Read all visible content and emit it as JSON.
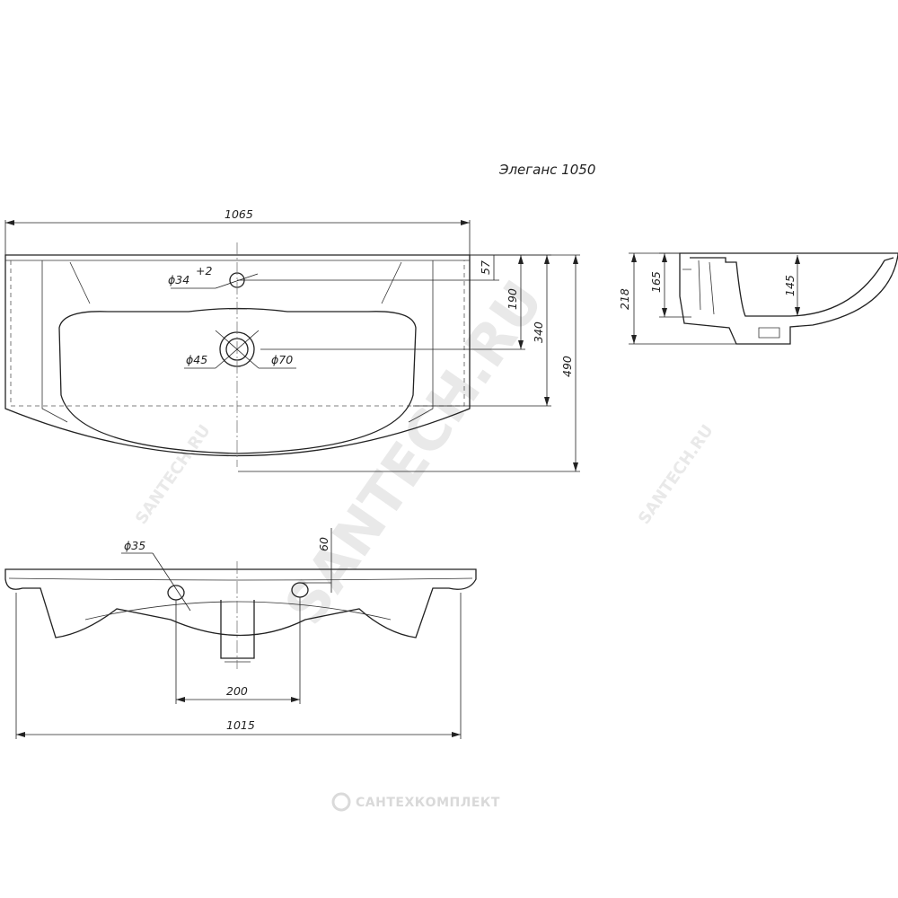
{
  "title": "Элеганс 1050",
  "dimensions": {
    "overall_width": "1065",
    "tap_hole": "ϕ34",
    "tap_hole_tol": "+2",
    "depth_57": "57",
    "depth_190": "190",
    "depth_340": "340",
    "depth_490": "490",
    "drain_inner": "ϕ45",
    "drain_outer": "ϕ70",
    "height_218": "218",
    "height_165": "165",
    "height_145": "145",
    "hole_35": "ϕ35",
    "offset_60": "60",
    "holes_spacing": "200",
    "bottom_width": "1015"
  },
  "watermarks": {
    "main": "SANTECH.RU",
    "small": "SANTECH.RU",
    "logo": "САНТЕХКОМПЛЕКТ"
  }
}
